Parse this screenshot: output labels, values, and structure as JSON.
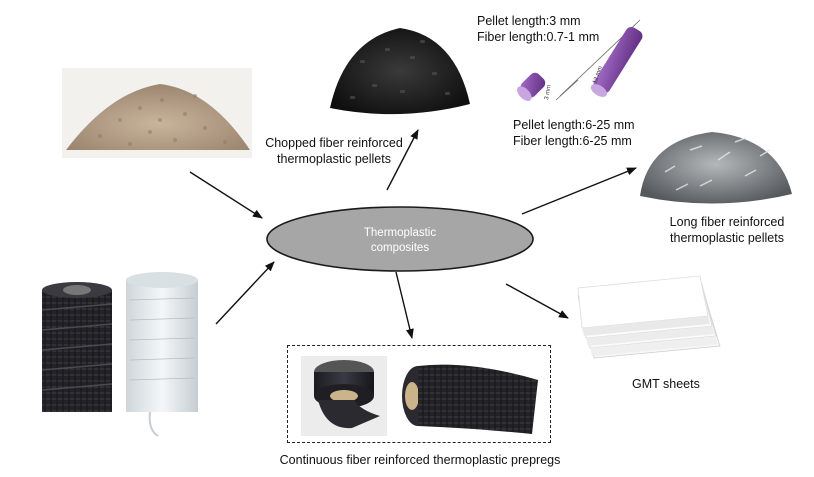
{
  "hub": {
    "line1": "Thermoplastic",
    "line2": "composites"
  },
  "nodes": {
    "chopped": {
      "line1": "Chopped fiber reinforced",
      "line2": "thermoplastic pellets"
    },
    "long_fiber": {
      "line1": "Long fiber reinforced",
      "line2": "thermoplastic pellets"
    },
    "gmt": {
      "label": "GMT sheets"
    },
    "prepreg": {
      "label": "Continuous fiber reinforced thermoplastic prepregs"
    }
  },
  "annotations": {
    "short_pellet": {
      "pellet": "Pellet length:3 mm",
      "fiber": "Fiber length:0.7-1 mm",
      "size_tag": "3 mm"
    },
    "long_pellet": {
      "pellet": "Pellet length:6-25 mm",
      "fiber": "Fiber length:6-25 mm",
      "size_tag": "12 mm"
    }
  },
  "colors": {
    "hub_fill": "#a6a6a6",
    "hub_stroke": "#1a1a1a",
    "arrow": "#111111",
    "pellet_purple": "#7b3fa0",
    "resin_beige": "#b8a38c",
    "carbon_dark": "#2b2b2b",
    "glass_white": "#e8ecee"
  },
  "icons": [
    "resin-pellets-pile-image",
    "chopped-pellets-image",
    "pellet-length-diagram-image",
    "long-fiber-pellets-image",
    "fiber-spools-image",
    "gmt-sheets-image",
    "carbon-prepreg-rolls-image"
  ]
}
